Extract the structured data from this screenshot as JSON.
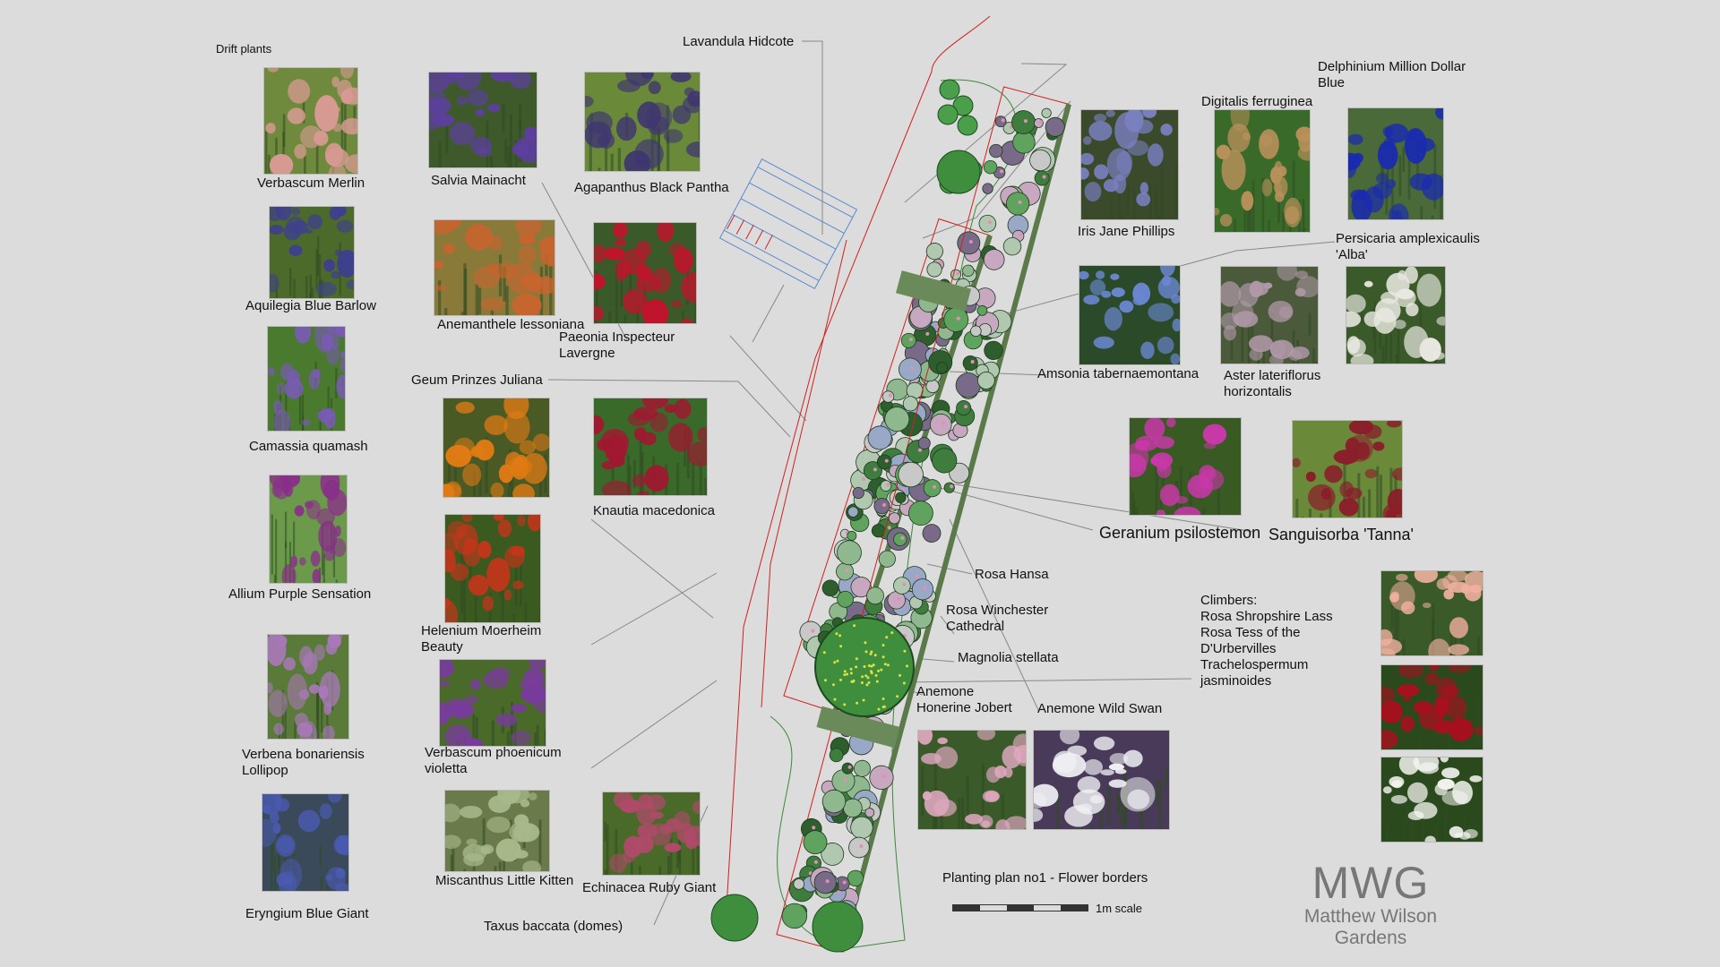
{
  "section_title": "Drift plants",
  "plan_title": "Planting plan no1 - Flower borders",
  "scale_label": "1m scale",
  "logo": {
    "mark": "MWG",
    "name": "Matthew Wilson Gardens"
  },
  "climbers": "Climbers:\nRosa Shropshire Lass\nRosa Tess of the\nD'Urbervilles\nTrachelospermum\njasminoides",
  "plants": [
    {
      "id": "verbascum-merlin",
      "label": "Verbascum Merlin",
      "color": "#d89a94",
      "accent": "#6f8a3c"
    },
    {
      "id": "salvia-mainacht",
      "label": "Salvia Mainacht",
      "color": "#5c3f9e",
      "accent": "#3f5a2a"
    },
    {
      "id": "agapanthus-black-pantha",
      "label": "Agapanthus Black Pantha",
      "color": "#3f3670",
      "accent": "#6a8a3a"
    },
    {
      "id": "aquilegia-blue-barlow",
      "label": "Aquilegia Blue Barlow",
      "color": "#3e3f8e",
      "accent": "#4c6a2a"
    },
    {
      "id": "anemanthele-lessoniana",
      "label": "Anemanthele lessoniana",
      "color": "#c8642e",
      "accent": "#8a7a3a"
    },
    {
      "id": "paeonia-inspecteur-lavergne",
      "label": "Paeonia Inspecteur\nLavergne",
      "color": "#c0142c",
      "accent": "#3a5a2a"
    },
    {
      "id": "camassia-quamash",
      "label": "Camassia quamash",
      "color": "#7a5ab8",
      "accent": "#4a7a2e"
    },
    {
      "id": "geum-prinzes-juliana",
      "label": "Geum Prinzes Juliana",
      "color": "#e07a14",
      "accent": "#4a5a24"
    },
    {
      "id": "knautia-macedonica",
      "label": "Knautia macedonica",
      "color": "#a01830",
      "accent": "#3a6a2a"
    },
    {
      "id": "allium-purple-sensation",
      "label": "Allium Purple Sensation",
      "color": "#8a2e8a",
      "accent": "#6a9a4a"
    },
    {
      "id": "helenium-moerheim-beauty",
      "label": "Helenium Moerheim\nBeauty",
      "color": "#c8341a",
      "accent": "#3a5a20"
    },
    {
      "id": "verbena-bonariensis-lollipop",
      "label": "Verbena bonariensis\nLollipop",
      "color": "#a878b8",
      "accent": "#5a7a3a"
    },
    {
      "id": "verbascum-phoenicum-violetta",
      "label": "Verbascum phoenicum\nvioletta",
      "color": "#7a3aa0",
      "accent": "#4a6a2a"
    },
    {
      "id": "eryngium-blue-giant",
      "label": "Eryngium Blue Giant",
      "color": "#4a5ab0",
      "accent": "#3a4a5a"
    },
    {
      "id": "miscanthus-little-kitten",
      "label": "Miscanthus Little Kitten",
      "color": "#a8b88a",
      "accent": "#6a7a4a"
    },
    {
      "id": "echinacea-ruby-giant",
      "label": "Echinacea Ruby Giant",
      "color": "#b04a6a",
      "accent": "#4a6a2a"
    },
    {
      "id": "taxus-baccata-domes",
      "label": "Taxus baccata (domes)"
    },
    {
      "id": "lavandula-hidcote",
      "label": "Lavandula Hidcote"
    },
    {
      "id": "iris-jane-phillips",
      "label": "Iris Jane Phillips",
      "color": "#7a80c0",
      "accent": "#3a4a2a"
    },
    {
      "id": "digitalis-ferruginea",
      "label": "Digitalis ferruginea",
      "color": "#b8905a",
      "accent": "#3a6a2a"
    },
    {
      "id": "delphinium-million-dollar-blue",
      "label": "Delphinium Million Dollar\nBlue",
      "color": "#1a2ab0",
      "accent": "#4a6a3a"
    },
    {
      "id": "amsonia-tabernaemontana",
      "label": "Amsonia tabernaemontana",
      "color": "#6a86d0",
      "accent": "#2a4a2a"
    },
    {
      "id": "aster-lateriflorus-horizontalis",
      "label": "Aster lateriflorus\nhorizontalis",
      "color": "#b098a8",
      "accent": "#4a5a3a"
    },
    {
      "id": "persicaria-amplexicaulis-alba",
      "label": "Persicaria amplexicaulis\n'Alba'",
      "color": "#e8e8e0",
      "accent": "#3a5a2a"
    },
    {
      "id": "geranium-psilostemon",
      "label": "Geranium psilostemon",
      "color": "#c838a8",
      "accent": "#3a5a24"
    },
    {
      "id": "sanguisorba-tanna",
      "label": "Sanguisorba 'Tanna'",
      "color": "#8a1e2a",
      "accent": "#6a8a3a"
    },
    {
      "id": "rosa-hansa",
      "label": "Rosa Hansa"
    },
    {
      "id": "rosa-winchester-cathedral",
      "label": "Rosa Winchester\nCathedral"
    },
    {
      "id": "magnolia-stellata",
      "label": "Magnolia stellata"
    },
    {
      "id": "anemone-honerine-jobert",
      "label": "Anemone\nHonerine Jobert",
      "color": "#e0a8c0",
      "accent": "#3a5a2a"
    },
    {
      "id": "anemone-wild-swan",
      "label": "Anemone Wild Swan",
      "color": "#f0f0f4",
      "accent": "#4a3a5a"
    }
  ],
  "climber_photos": [
    {
      "id": "rosa-shropshire-lass-photo",
      "color": "#f0b0a0",
      "accent": "#3a5a2a"
    },
    {
      "id": "rosa-tess-photo",
      "color": "#a8101e",
      "accent": "#2a4a1e"
    },
    {
      "id": "trachelospermum-photo",
      "color": "#f4f4f0",
      "accent": "#2a4a1e"
    }
  ]
}
